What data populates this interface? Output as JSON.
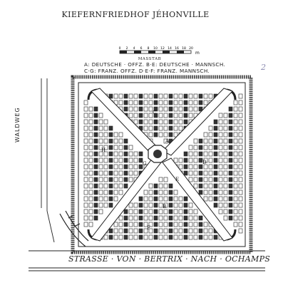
{
  "title": "KIEFERNFRIEDHOF JÉHONVILLE",
  "scale": {
    "ticks": [
      "0",
      "2",
      "4",
      "6",
      "8",
      "10",
      "12",
      "14",
      "16",
      "18",
      "20"
    ],
    "unit": "m",
    "label": "MASSTAB"
  },
  "legend": {
    "line1": "A: DEUTSCHE · OFFZ.  B·E: DEUTSCHE · MANNSCH.",
    "line2": "C·G: FRANZ. OFFZ.  D·E·F: FRANZ. MANNSCH."
  },
  "section_letters": [
    "A",
    "B",
    "C",
    "D",
    "E",
    "F",
    "G",
    "H"
  ],
  "side_caption": "WALDWEG",
  "road_caption": "STRASSE · VON · BERTRIX · NACH · OCHAMPS",
  "pencil_note": "2"
}
